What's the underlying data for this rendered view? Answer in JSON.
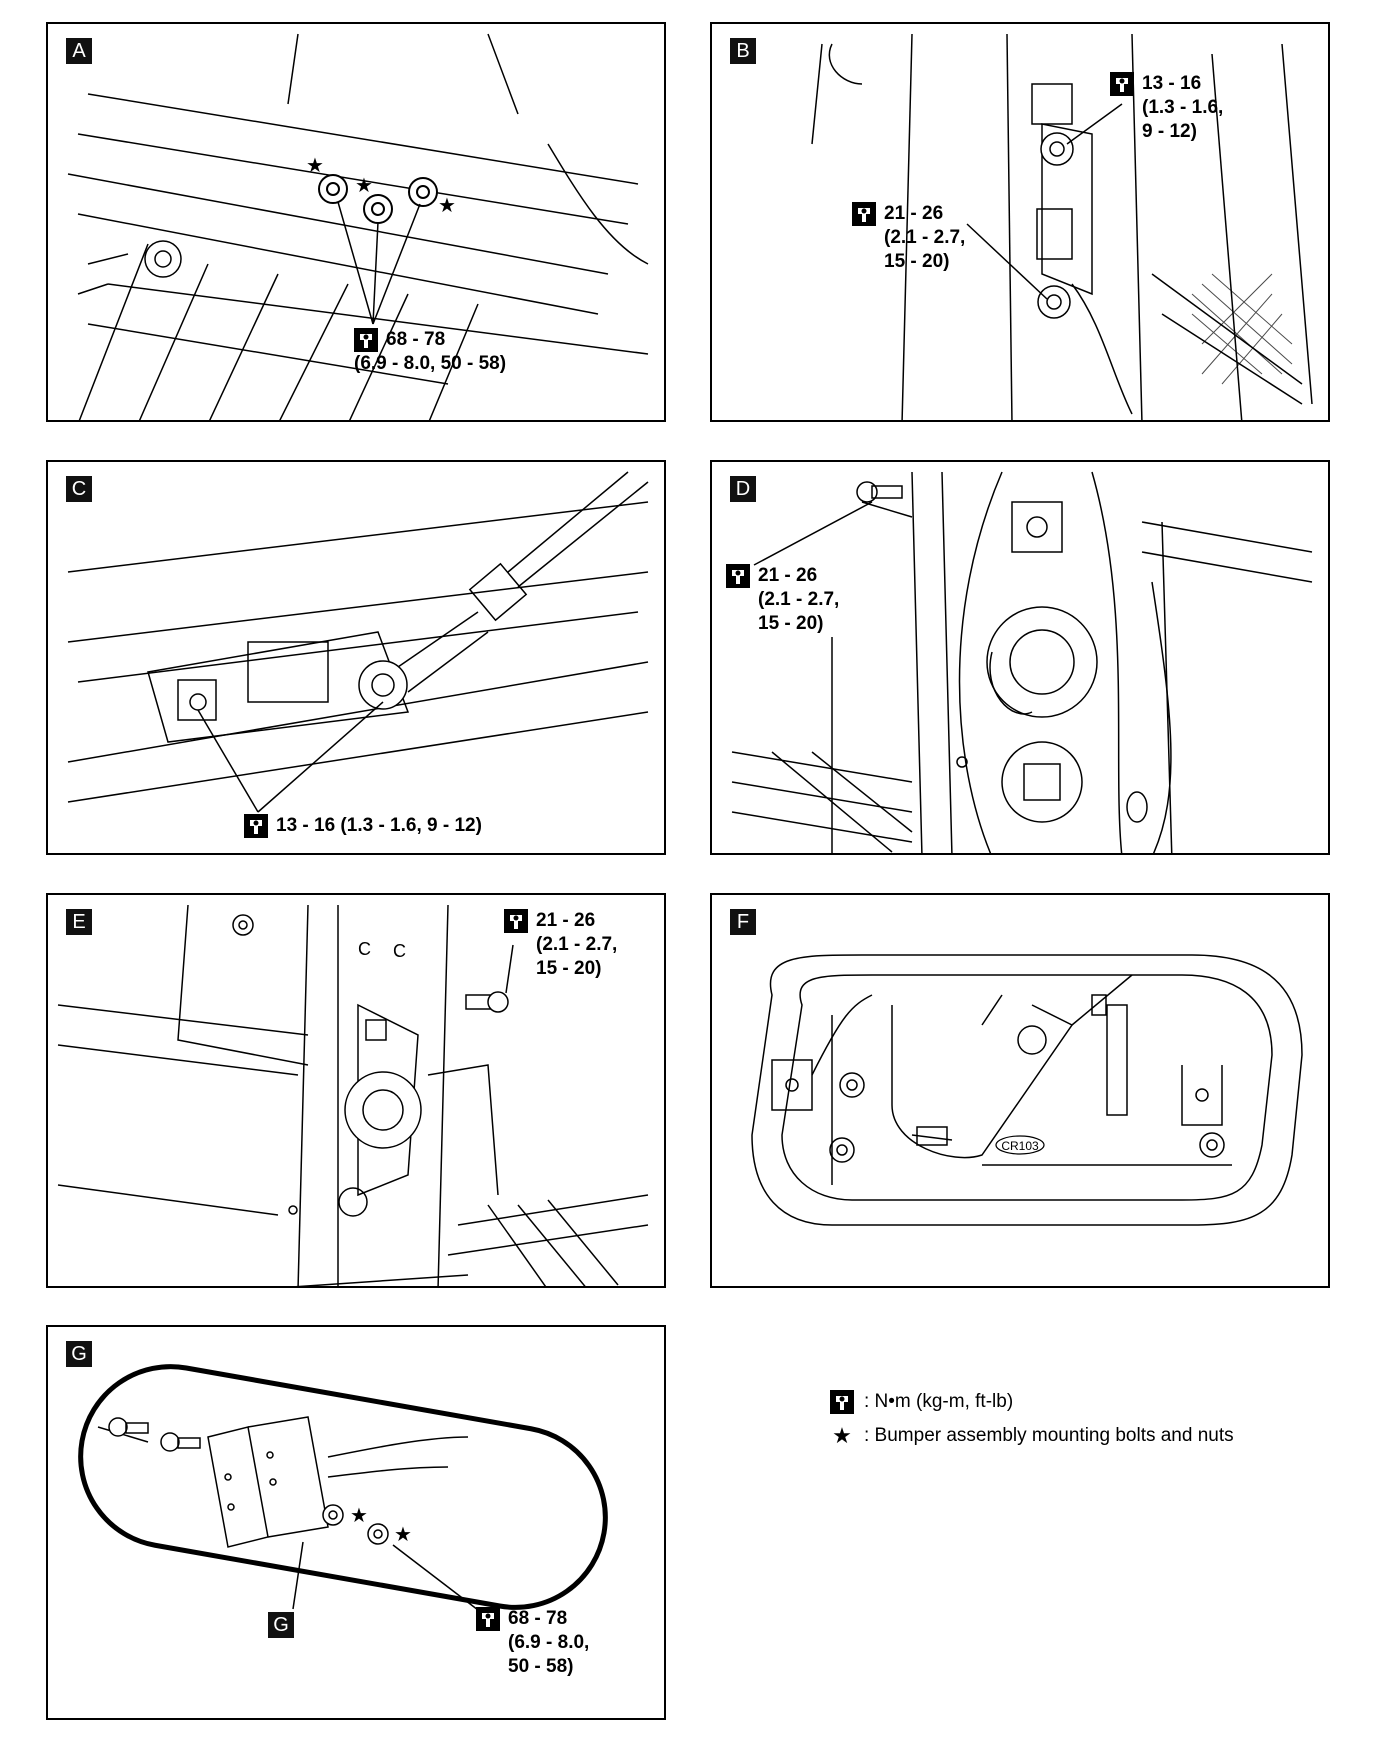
{
  "panels": {
    "A": {
      "tag": "A",
      "torque": [
        "68 - 78",
        "(6.9 - 8.0, 50 - 58)"
      ]
    },
    "B": {
      "tag": "B",
      "torque_top": [
        "13 - 16",
        "(1.3 - 1.6,",
        "9 - 12)"
      ],
      "torque_bottom": [
        "21 - 26",
        "(2.1 - 2.7,",
        "15 - 20)"
      ]
    },
    "C": {
      "tag": "C",
      "torque": "13 - 16 (1.3 - 1.6, 9 - 12)"
    },
    "D": {
      "tag": "D",
      "torque": [
        "21 - 26",
        "(2.1 - 2.7,",
        "15 - 20)"
      ]
    },
    "E": {
      "tag": "E",
      "torque": [
        "21 - 26",
        "(2.1 - 2.7,",
        "15 - 20)"
      ]
    },
    "F": {
      "tag": "F",
      "part_code": "CR103"
    },
    "G": {
      "tag": "G",
      "inset_tag": "G",
      "torque": [
        "68 - 78",
        "(6.9 - 8.0,",
        "50 - 58)"
      ]
    }
  },
  "legend": {
    "torque_unit": ": N•m (kg-m, ft-lb)",
    "star_note": ": Bumper assembly mounting bolts and nuts"
  },
  "icons": {
    "torque": "torque-wrench-icon",
    "star": "star-icon"
  }
}
